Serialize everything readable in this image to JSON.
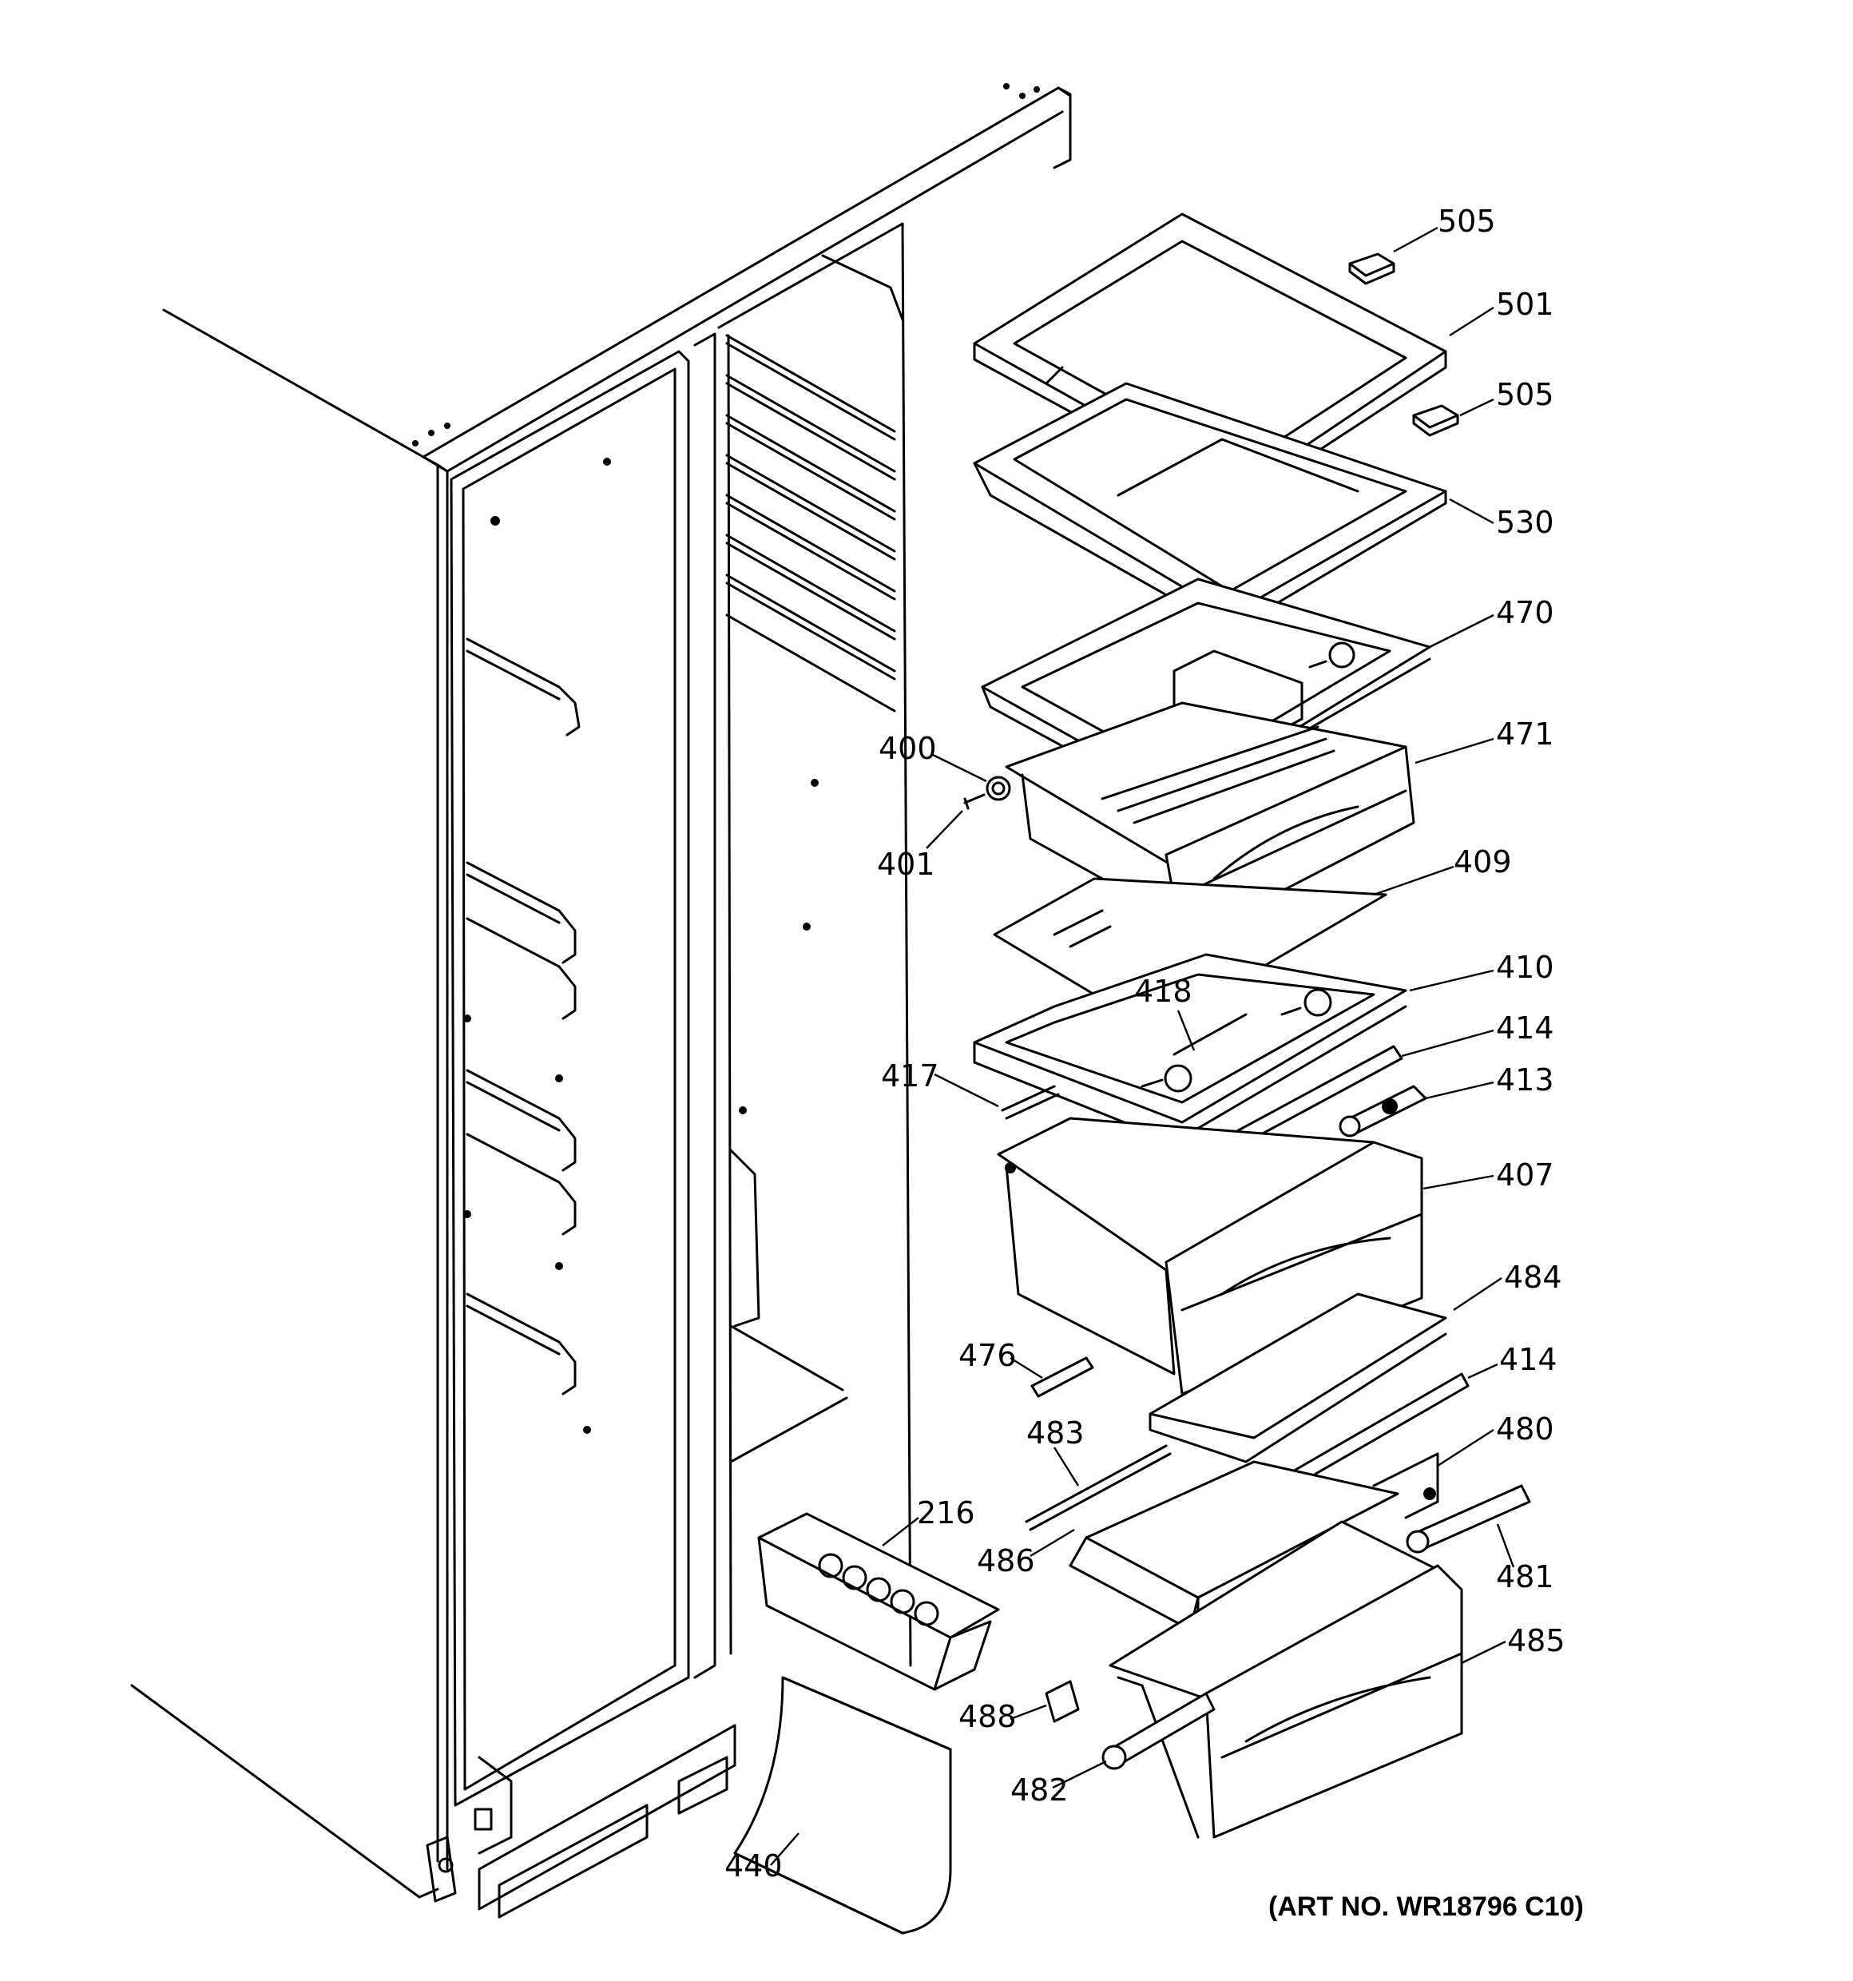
{
  "parts": [
    {
      "id": "505a",
      "text": "505"
    },
    {
      "id": "501",
      "text": "501"
    },
    {
      "id": "505b",
      "text": "505"
    },
    {
      "id": "530",
      "text": "530"
    },
    {
      "id": "470",
      "text": "470"
    },
    {
      "id": "471",
      "text": "471"
    },
    {
      "id": "400",
      "text": "400"
    },
    {
      "id": "401",
      "text": "401"
    },
    {
      "id": "409",
      "text": "409"
    },
    {
      "id": "410",
      "text": "410"
    },
    {
      "id": "418",
      "text": "418"
    },
    {
      "id": "414a",
      "text": "414"
    },
    {
      "id": "417",
      "text": "417"
    },
    {
      "id": "413",
      "text": "413"
    },
    {
      "id": "407",
      "text": "407"
    },
    {
      "id": "484",
      "text": "484"
    },
    {
      "id": "476",
      "text": "476"
    },
    {
      "id": "414b",
      "text": "414"
    },
    {
      "id": "483",
      "text": "483"
    },
    {
      "id": "480",
      "text": "480"
    },
    {
      "id": "216",
      "text": "216"
    },
    {
      "id": "486",
      "text": "486"
    },
    {
      "id": "481",
      "text": "481"
    },
    {
      "id": "485",
      "text": "485"
    },
    {
      "id": "488",
      "text": "488"
    },
    {
      "id": "482",
      "text": "482"
    },
    {
      "id": "440",
      "text": "440"
    }
  ],
  "art_number": "(ART NO. WR18796 C10)"
}
